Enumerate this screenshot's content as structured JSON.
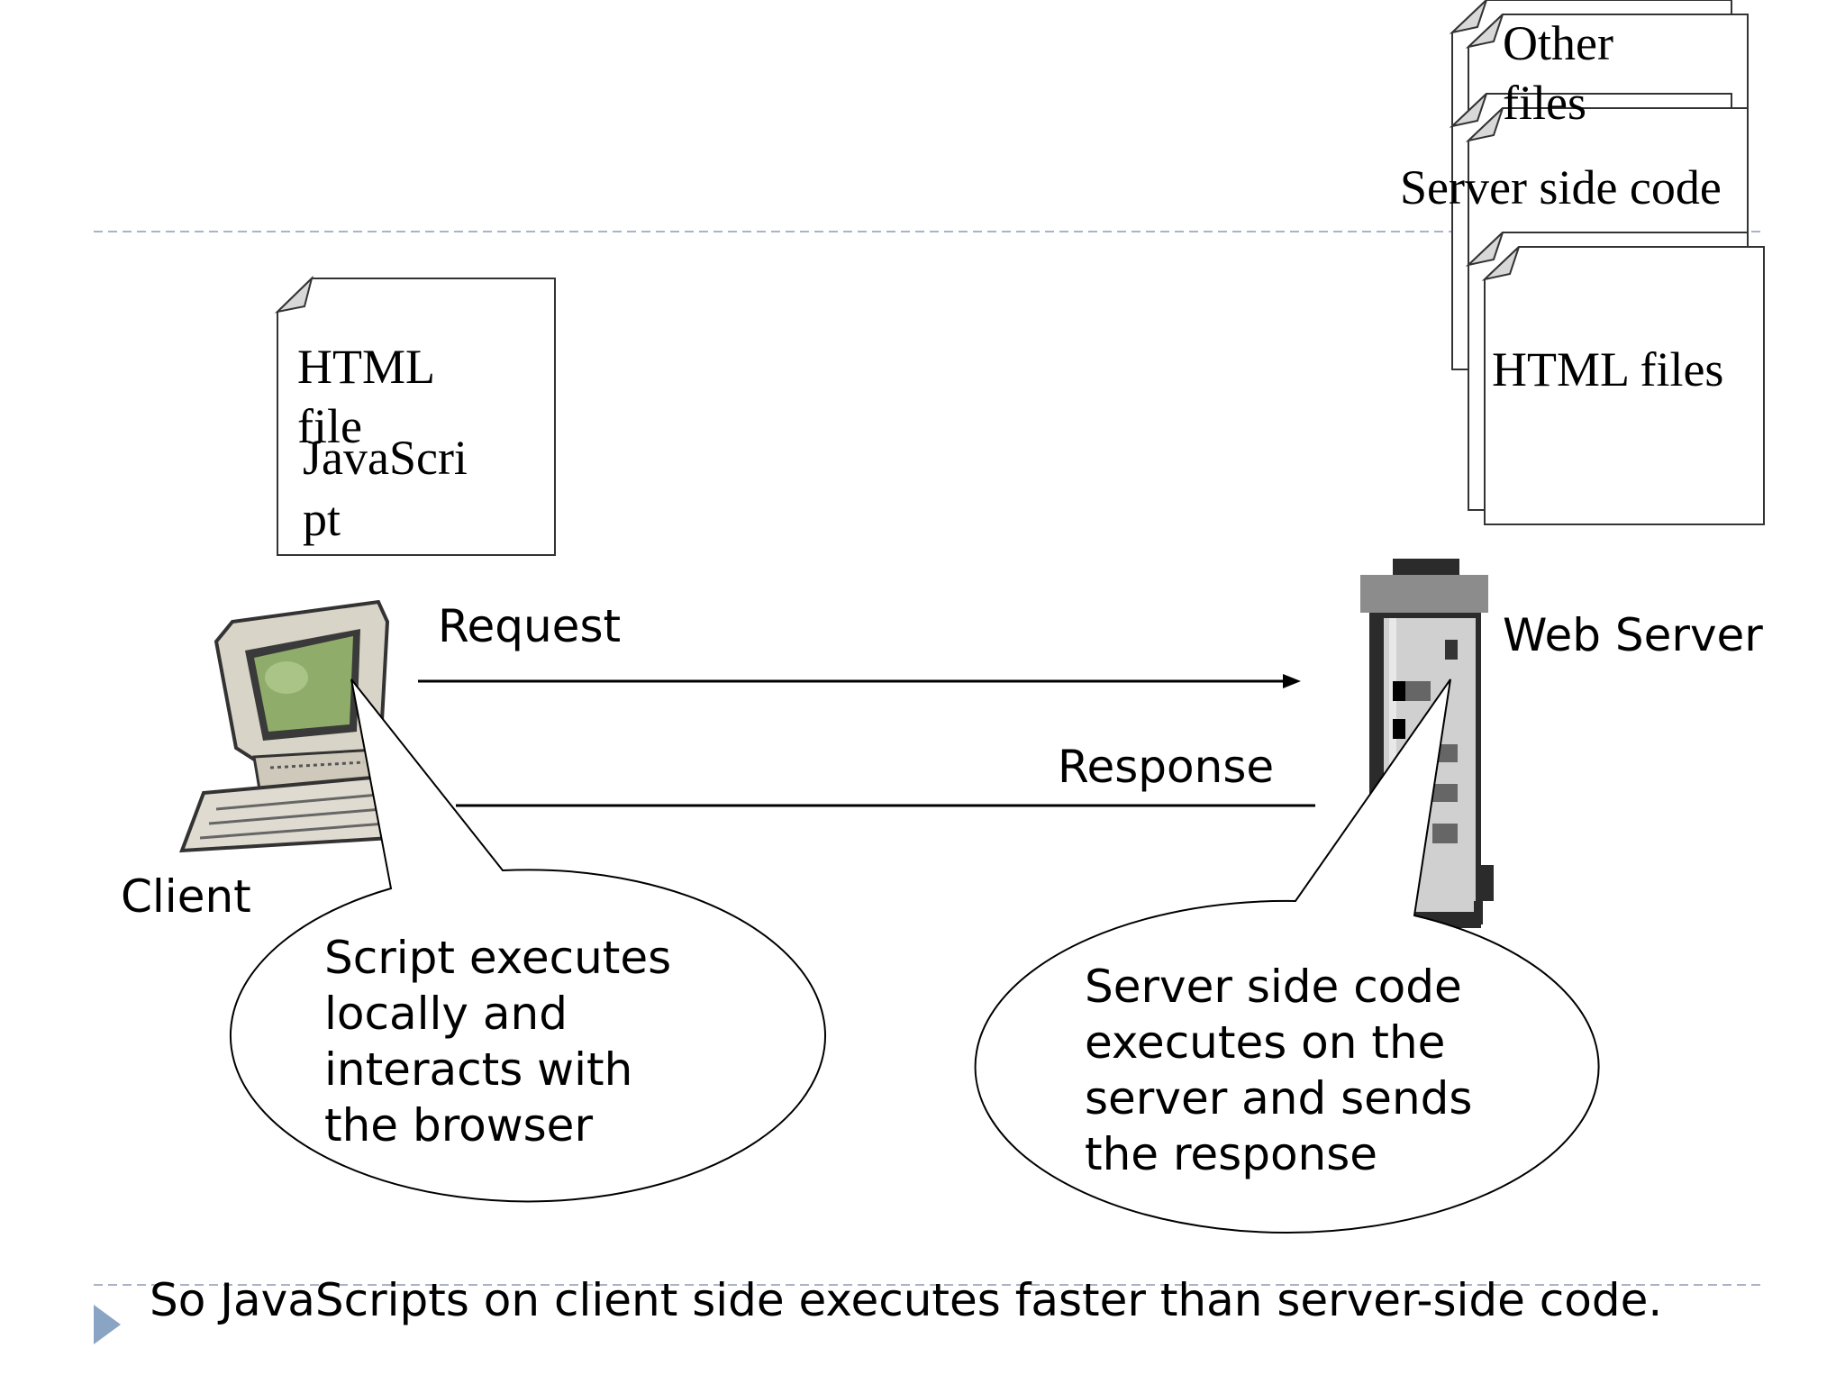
{
  "labels": {
    "html_file_line1": "HTML",
    "html_file_line2": "file",
    "javascript_line1": "JavaScri",
    "javascript_line2": "pt",
    "other_files_line1": "Other",
    "other_files_line2": "files",
    "server_side_code": "Server side code",
    "html_files": "HTML files",
    "request": "Request",
    "response": "Response",
    "web_server": "Web Server",
    "client": "Client"
  },
  "client_bubble": {
    "lines": [
      "Script executes",
      "locally and",
      "interacts with",
      "the browser"
    ]
  },
  "server_bubble": {
    "lines": [
      "Server side code",
      "executes on the",
      "server and sends",
      "the response"
    ]
  },
  "footer": {
    "text": "So JavaScripts on client side executes faster than server-side code."
  },
  "colors": {
    "dashed_line": "#a8b4c4",
    "bullet": "#8aa4c4",
    "screen": "#8fac6a",
    "server_dark": "#2b2b2b",
    "server_light": "#cfcfcf"
  }
}
